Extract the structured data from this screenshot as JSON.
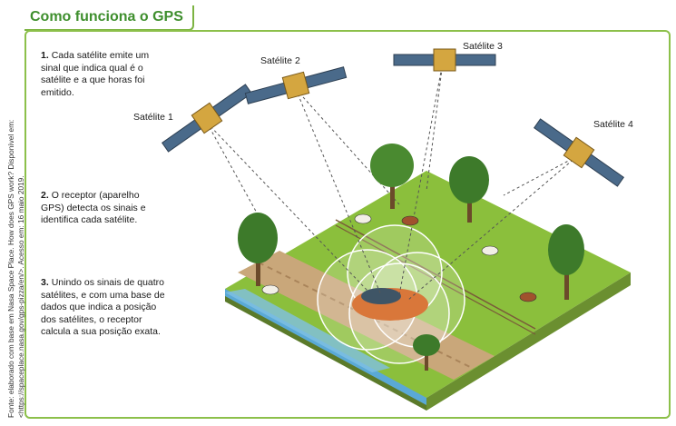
{
  "title": "Como funciona o GPS",
  "source_note": "Fonte: elaborado com base em Nasa Space Place. How does GPS work? Disponível em: <https://spaceplace.nasa.gov/gps-pizza/en/>. Acesso em: 16 maio 2019.",
  "steps": [
    {
      "number": "1.",
      "text": "Cada satélite emite um sinal que indica qual é o satélite e a que horas foi emitido."
    },
    {
      "number": "2.",
      "text": "O receptor (aparelho GPS) detecta os sinais e identifica cada satélite."
    },
    {
      "number": "3.",
      "text": "Unindo os sinais de quatro satélites, e com uma base de dados que indica a posição dos satélites, o receptor calcula a sua posição exata."
    }
  ],
  "satellites": [
    {
      "label": "Satélite 1"
    },
    {
      "label": "Satélite 2"
    },
    {
      "label": "Satélite 3"
    },
    {
      "label": "Satélite 4"
    }
  ],
  "colors": {
    "accent": "#3f8f2e",
    "border": "#8cc04a",
    "grass": "#8bbf3c",
    "road": "#c9a77a",
    "river": "#5aa9d6"
  }
}
